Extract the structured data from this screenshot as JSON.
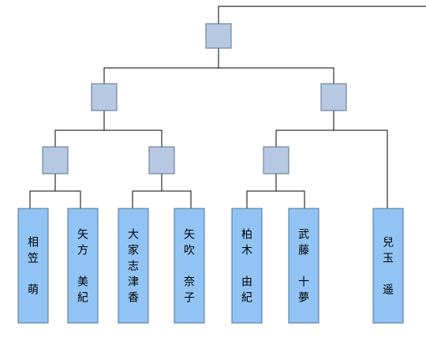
{
  "colors": {
    "line": "#000000",
    "node_fill": "#b7c9e2",
    "node_stroke": "#5b6f8f",
    "player_fill": "#91c4f4",
    "player_stroke": "#4f6f92",
    "text": "#000000"
  },
  "players": [
    {
      "name_lines": [
        "相",
        "笠",
        "",
        "萌"
      ]
    },
    {
      "name_lines": [
        "矢",
        "方",
        "",
        "美",
        "紀"
      ]
    },
    {
      "name_lines": [
        "大",
        "家",
        "志",
        "津",
        "香"
      ]
    },
    {
      "name_lines": [
        "矢",
        "吹",
        "",
        "奈",
        "子"
      ]
    },
    {
      "name_lines": [
        "柏",
        "木",
        "",
        "由",
        "紀"
      ]
    },
    {
      "name_lines": [
        "武",
        "藤",
        "",
        "十",
        "夢"
      ]
    },
    {
      "name_lines": [
        "兒",
        "玉",
        "",
        "遥"
      ]
    }
  ]
}
